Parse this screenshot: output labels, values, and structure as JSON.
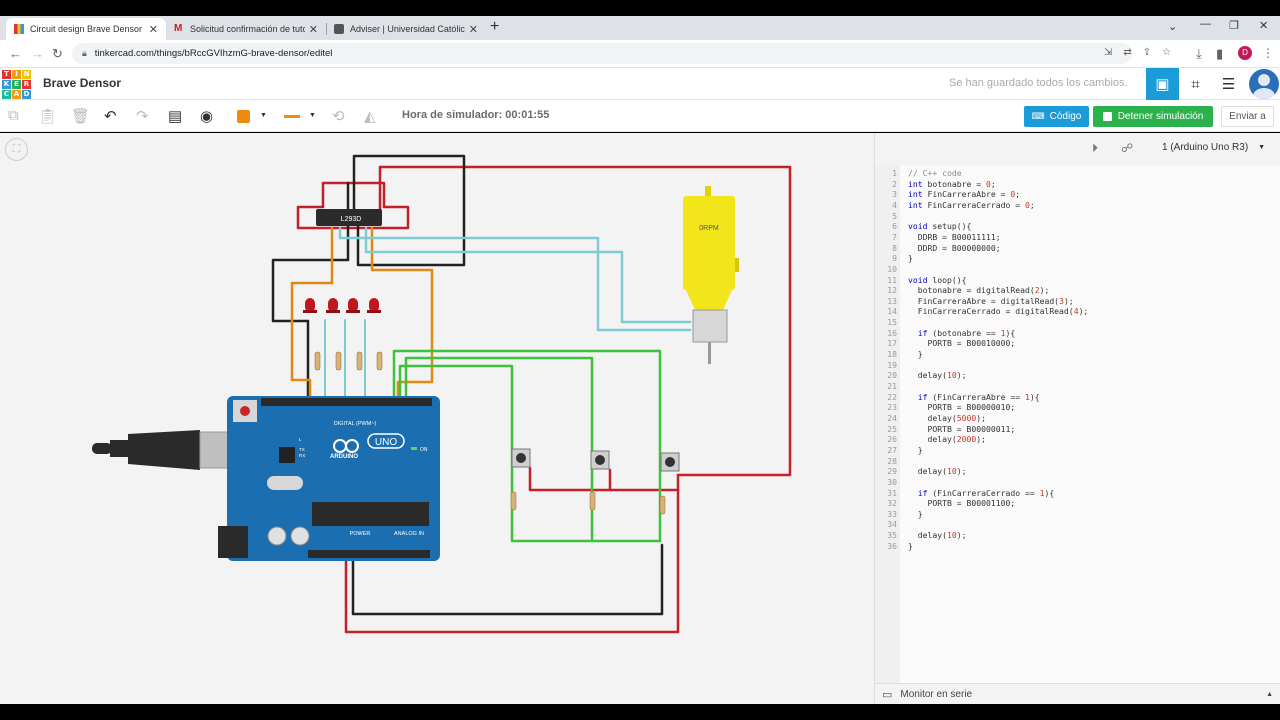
{
  "browser": {
    "tabs": [
      {
        "title": "Circuit design Brave Densor | Tin",
        "active": true
      },
      {
        "title": "Solicitud confirmación de tutoría",
        "active": false
      },
      {
        "title": "Adviser | Universidad Católica de",
        "active": false
      }
    ],
    "url": "tinkercad.com/things/bRccGVIhzmG-brave-densor/editel",
    "profile_initial": "D"
  },
  "header": {
    "logo_letters": [
      "T",
      "I",
      "N",
      "K",
      "E",
      "R",
      "C",
      "A",
      "D"
    ],
    "logo_colors": [
      "#e3342f",
      "#f39c12",
      "#f1c40f",
      "#3498db",
      "#27ae60",
      "#e3342f",
      "#1abc9c",
      "#f39c12",
      "#3498db"
    ],
    "project_name": "Brave Densor",
    "save_status": "Se han guardado todos los cambios."
  },
  "toolbar": {
    "sim_time": "Hora de simulador: 00:01:55",
    "code_label": "Código",
    "stop_label": "Detener simulación",
    "send_label": "Enviar a",
    "color": "#ef8a14"
  },
  "circuit": {
    "ic_label": "L293D",
    "motor_label": "0RPM",
    "arduino": {
      "digital_label": "DIGITAL (PWM~)",
      "brand": "ARDUINO",
      "model": "UNO",
      "power_label": "POWER",
      "analog_label": "ANALOG IN",
      "on_label": "ON",
      "tx_label": "TX",
      "rx_label": "RX",
      "l_label": "L"
    }
  },
  "code_panel": {
    "device": "1 (Arduino Uno R3)",
    "serial_label": "Monitor en serie",
    "lines": [
      "// C++ code",
      "int botonabre = 0;",
      "int FinCarreraAbre = 0;",
      "int FinCarreraCerrado = 0;",
      "",
      "void setup(){",
      "  DDRB = B00011111;",
      "  DDRD = B00000000;",
      "}",
      "",
      "void loop(){",
      "  botonabre = digitalRead(2);",
      "  FinCarreraAbre = digitalRead(3);",
      "  FinCarreraCerrado = digitalRead(4);",
      "",
      "  if (botonabre == 1){",
      "    PORTB = B00010000;",
      "  }",
      "",
      "  delay(10);",
      "",
      "  if (FinCarreraAbre == 1){",
      "    PORTB = B00000010;",
      "    delay(5000);",
      "    PORTB = B00000011;",
      "    delay(2000);",
      "  }",
      "",
      "  delay(10);",
      "",
      "  if (FinCarreraCerrado == 1){",
      "    PORTB = B00001100;",
      "  }",
      "",
      "  delay(10);",
      "}"
    ]
  }
}
